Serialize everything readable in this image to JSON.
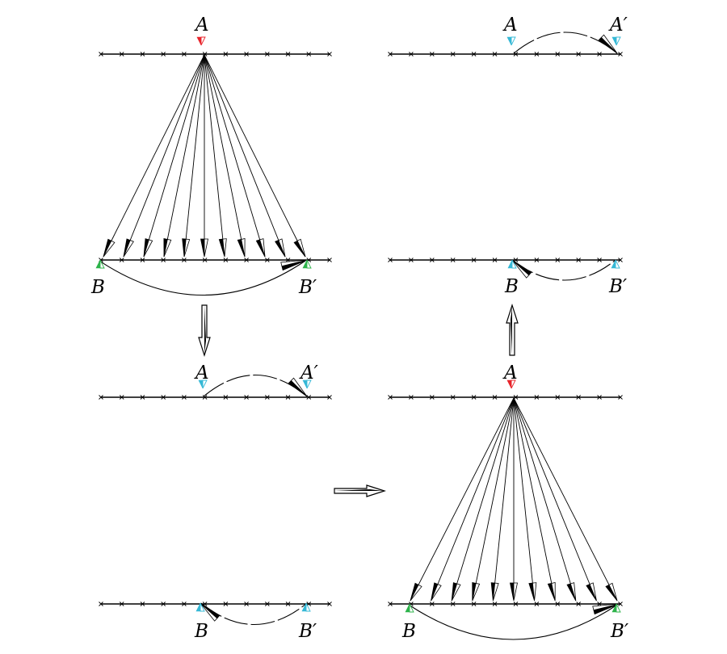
{
  "labels": {
    "a": "A",
    "a_prime": "A′",
    "b": "B",
    "b_prime": "B′"
  },
  "panels": [
    {
      "id": "top-left",
      "points": [
        "A",
        "B",
        "B′"
      ],
      "fan": true
    },
    {
      "id": "bottom-left",
      "points": [
        "A",
        "A′",
        "B",
        "B′"
      ],
      "fan": false
    },
    {
      "id": "bottom-right",
      "points": [
        "A",
        "B",
        "B′"
      ],
      "fan": true
    },
    {
      "id": "top-right",
      "points": [
        "A",
        "A′",
        "B",
        "B′"
      ],
      "fan": false
    }
  ],
  "transitions": [
    {
      "from": "top-left",
      "to": "bottom-left",
      "direction": "down"
    },
    {
      "from": "bottom-left",
      "to": "bottom-right",
      "direction": "right"
    },
    {
      "from": "bottom-right",
      "to": "top-right",
      "direction": "up"
    }
  ],
  "fan_lines": 11,
  "colors": {
    "ink": "#000000",
    "a_marker": "#e8232a",
    "b_marker": "#2db34a",
    "repositioned_marker": "#35b8d6"
  }
}
